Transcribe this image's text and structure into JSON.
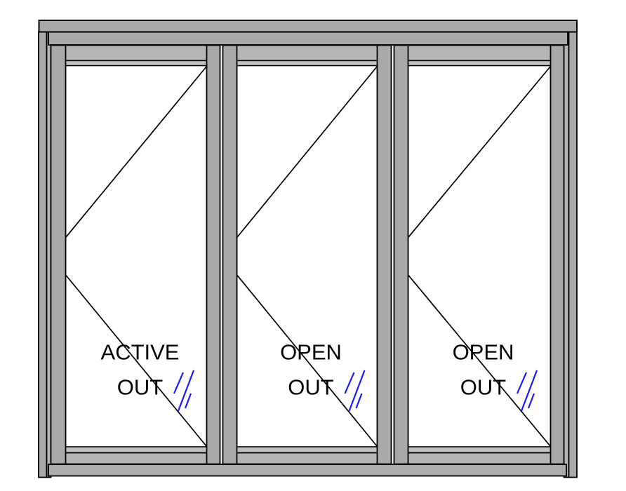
{
  "drawing": {
    "panels": [
      {
        "id": "panel-1",
        "label_line1": "ACTIVE",
        "label_line2": "OUT"
      },
      {
        "id": "panel-2",
        "label_line1": "OPEN",
        "label_line2": "OUT"
      },
      {
        "id": "panel-3",
        "label_line1": "OPEN",
        "label_line2": "OUT"
      }
    ],
    "symbols": {
      "glass_mark": "glazing-slash-marks",
      "swing_lines": "out-swing-direction-lines"
    },
    "colors": {
      "frame_gray": "#a9a9a9",
      "rail_gray": "#b5b5b5",
      "stop_gray": "#c2c2c2",
      "sill_gray": "#acacac",
      "outline_black": "#000000",
      "glass_white": "#ffffff",
      "glass_mark_blue": "#1a1aff",
      "label_black": "#000000"
    }
  }
}
